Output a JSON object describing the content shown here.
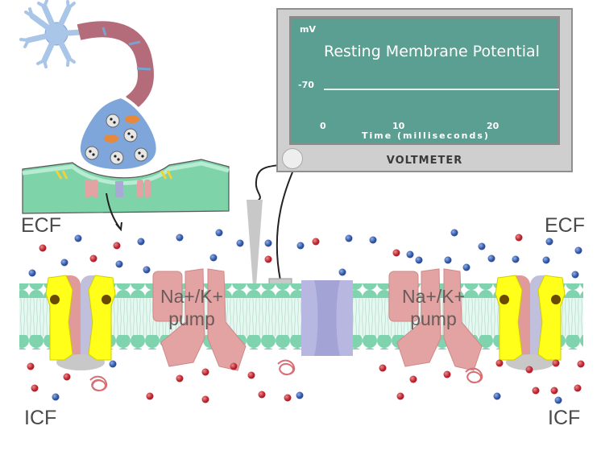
{
  "voltmeter": {
    "unit_label": "mV",
    "title": "Resting Membrane Potential",
    "y_value_label": "-70",
    "x_ticks": [
      "0",
      "10",
      "20"
    ],
    "x_axis_label": "Time (milliseconds)",
    "device_label": "VOLTMETER",
    "resting_potential_mv": -70
  },
  "regions": {
    "ecf_left": "ECF",
    "ecf_right": "ECF",
    "icf_left": "ICF",
    "icf_right": "ICF"
  },
  "pumps": [
    {
      "line1": "Na+/K+",
      "line2": "pump"
    },
    {
      "line1": "Na+/K+",
      "line2": "pump"
    }
  ],
  "colors": {
    "screen": "#5a9f92",
    "membrane_head": "#7fd3ae",
    "sodium_ion": "#c8303a",
    "potassium_ion": "#3a64b0",
    "pump": "#e3a3a3",
    "channel": "#a9a9d6",
    "gated_channel": "#ffff1a"
  }
}
